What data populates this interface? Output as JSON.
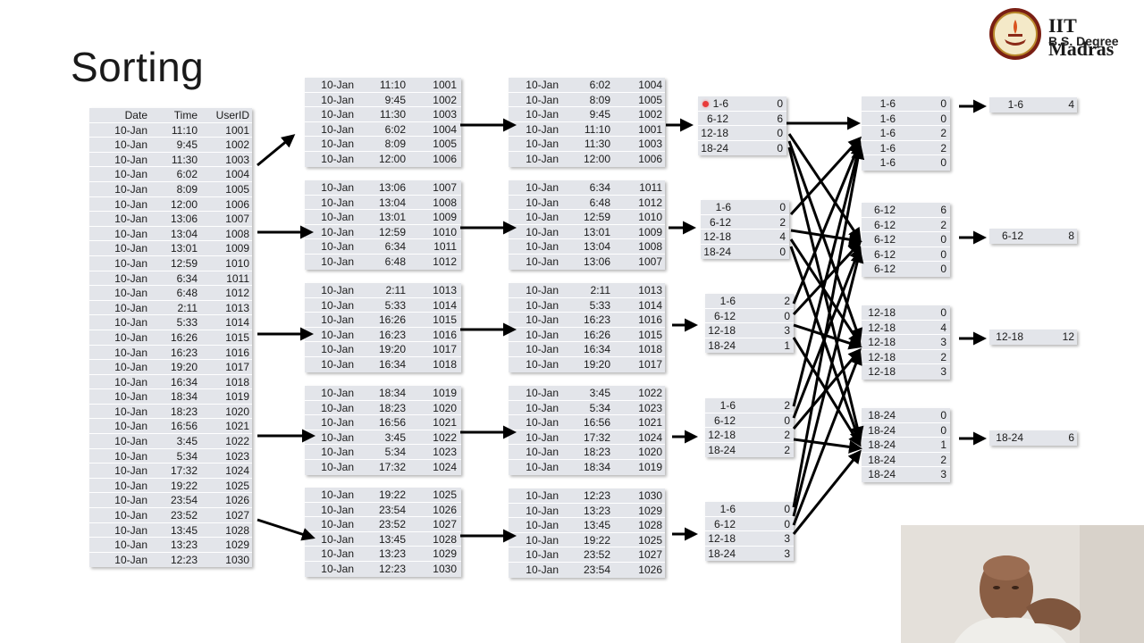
{
  "slide": {
    "title": "Sorting"
  },
  "branding": {
    "title": "IIT Madras",
    "subtitle": "B.S. Degree"
  },
  "input_table": {
    "headers": [
      "Date",
      "Time",
      "UserID"
    ],
    "rows": [
      [
        "10-Jan",
        "11:10",
        "1001"
      ],
      [
        "10-Jan",
        "9:45",
        "1002"
      ],
      [
        "10-Jan",
        "11:30",
        "1003"
      ],
      [
        "10-Jan",
        "6:02",
        "1004"
      ],
      [
        "10-Jan",
        "8:09",
        "1005"
      ],
      [
        "10-Jan",
        "12:00",
        "1006"
      ],
      [
        "10-Jan",
        "13:06",
        "1007"
      ],
      [
        "10-Jan",
        "13:04",
        "1008"
      ],
      [
        "10-Jan",
        "13:01",
        "1009"
      ],
      [
        "10-Jan",
        "12:59",
        "1010"
      ],
      [
        "10-Jan",
        "6:34",
        "1011"
      ],
      [
        "10-Jan",
        "6:48",
        "1012"
      ],
      [
        "10-Jan",
        "2:11",
        "1013"
      ],
      [
        "10-Jan",
        "5:33",
        "1014"
      ],
      [
        "10-Jan",
        "16:26",
        "1015"
      ],
      [
        "10-Jan",
        "16:23",
        "1016"
      ],
      [
        "10-Jan",
        "19:20",
        "1017"
      ],
      [
        "10-Jan",
        "16:34",
        "1018"
      ],
      [
        "10-Jan",
        "18:34",
        "1019"
      ],
      [
        "10-Jan",
        "18:23",
        "1020"
      ],
      [
        "10-Jan",
        "16:56",
        "1021"
      ],
      [
        "10-Jan",
        "3:45",
        "1022"
      ],
      [
        "10-Jan",
        "5:34",
        "1023"
      ],
      [
        "10-Jan",
        "17:32",
        "1024"
      ],
      [
        "10-Jan",
        "19:22",
        "1025"
      ],
      [
        "10-Jan",
        "23:54",
        "1026"
      ],
      [
        "10-Jan",
        "23:52",
        "1027"
      ],
      [
        "10-Jan",
        "13:45",
        "1028"
      ],
      [
        "10-Jan",
        "13:23",
        "1029"
      ],
      [
        "10-Jan",
        "12:23",
        "1030"
      ]
    ]
  },
  "split_tables": [
    [
      [
        "10-Jan",
        "11:10",
        "1001"
      ],
      [
        "10-Jan",
        "9:45",
        "1002"
      ],
      [
        "10-Jan",
        "11:30",
        "1003"
      ],
      [
        "10-Jan",
        "6:02",
        "1004"
      ],
      [
        "10-Jan",
        "8:09",
        "1005"
      ],
      [
        "10-Jan",
        "12:00",
        "1006"
      ]
    ],
    [
      [
        "10-Jan",
        "13:06",
        "1007"
      ],
      [
        "10-Jan",
        "13:04",
        "1008"
      ],
      [
        "10-Jan",
        "13:01",
        "1009"
      ],
      [
        "10-Jan",
        "12:59",
        "1010"
      ],
      [
        "10-Jan",
        "6:34",
        "1011"
      ],
      [
        "10-Jan",
        "6:48",
        "1012"
      ]
    ],
    [
      [
        "10-Jan",
        "2:11",
        "1013"
      ],
      [
        "10-Jan",
        "5:33",
        "1014"
      ],
      [
        "10-Jan",
        "16:26",
        "1015"
      ],
      [
        "10-Jan",
        "16:23",
        "1016"
      ],
      [
        "10-Jan",
        "19:20",
        "1017"
      ],
      [
        "10-Jan",
        "16:34",
        "1018"
      ]
    ],
    [
      [
        "10-Jan",
        "18:34",
        "1019"
      ],
      [
        "10-Jan",
        "18:23",
        "1020"
      ],
      [
        "10-Jan",
        "16:56",
        "1021"
      ],
      [
        "10-Jan",
        "3:45",
        "1022"
      ],
      [
        "10-Jan",
        "5:34",
        "1023"
      ],
      [
        "10-Jan",
        "17:32",
        "1024"
      ]
    ],
    [
      [
        "10-Jan",
        "19:22",
        "1025"
      ],
      [
        "10-Jan",
        "23:54",
        "1026"
      ],
      [
        "10-Jan",
        "23:52",
        "1027"
      ],
      [
        "10-Jan",
        "13:45",
        "1028"
      ],
      [
        "10-Jan",
        "13:23",
        "1029"
      ],
      [
        "10-Jan",
        "12:23",
        "1030"
      ]
    ]
  ],
  "sorted_tables": [
    [
      [
        "10-Jan",
        "6:02",
        "1004"
      ],
      [
        "10-Jan",
        "8:09",
        "1005"
      ],
      [
        "10-Jan",
        "9:45",
        "1002"
      ],
      [
        "10-Jan",
        "11:10",
        "1001"
      ],
      [
        "10-Jan",
        "11:30",
        "1003"
      ],
      [
        "10-Jan",
        "12:00",
        "1006"
      ]
    ],
    [
      [
        "10-Jan",
        "6:34",
        "1011"
      ],
      [
        "10-Jan",
        "6:48",
        "1012"
      ],
      [
        "10-Jan",
        "12:59",
        "1010"
      ],
      [
        "10-Jan",
        "13:01",
        "1009"
      ],
      [
        "10-Jan",
        "13:04",
        "1008"
      ],
      [
        "10-Jan",
        "13:06",
        "1007"
      ]
    ],
    [
      [
        "10-Jan",
        "2:11",
        "1013"
      ],
      [
        "10-Jan",
        "5:33",
        "1014"
      ],
      [
        "10-Jan",
        "16:23",
        "1016"
      ],
      [
        "10-Jan",
        "16:26",
        "1015"
      ],
      [
        "10-Jan",
        "16:34",
        "1018"
      ],
      [
        "10-Jan",
        "19:20",
        "1017"
      ]
    ],
    [
      [
        "10-Jan",
        "3:45",
        "1022"
      ],
      [
        "10-Jan",
        "5:34",
        "1023"
      ],
      [
        "10-Jan",
        "16:56",
        "1021"
      ],
      [
        "10-Jan",
        "17:32",
        "1024"
      ],
      [
        "10-Jan",
        "18:23",
        "1020"
      ],
      [
        "10-Jan",
        "18:34",
        "1019"
      ]
    ],
    [
      [
        "10-Jan",
        "12:23",
        "1030"
      ],
      [
        "10-Jan",
        "13:23",
        "1029"
      ],
      [
        "10-Jan",
        "13:45",
        "1028"
      ],
      [
        "10-Jan",
        "19:22",
        "1025"
      ],
      [
        "10-Jan",
        "23:52",
        "1027"
      ],
      [
        "10-Jan",
        "23:54",
        "1026"
      ]
    ]
  ],
  "count_tables": [
    [
      [
        "1-6",
        "0"
      ],
      [
        "6-12",
        "6"
      ],
      [
        "12-18",
        "0"
      ],
      [
        "18-24",
        "0"
      ]
    ],
    [
      [
        "1-6",
        "0"
      ],
      [
        "6-12",
        "2"
      ],
      [
        "12-18",
        "4"
      ],
      [
        "18-24",
        "0"
      ]
    ],
    [
      [
        "1-6",
        "2"
      ],
      [
        "6-12",
        "0"
      ],
      [
        "12-18",
        "3"
      ],
      [
        "18-24",
        "1"
      ]
    ],
    [
      [
        "1-6",
        "2"
      ],
      [
        "6-12",
        "0"
      ],
      [
        "12-18",
        "2"
      ],
      [
        "18-24",
        "2"
      ]
    ],
    [
      [
        "1-6",
        "0"
      ],
      [
        "6-12",
        "0"
      ],
      [
        "12-18",
        "3"
      ],
      [
        "18-24",
        "3"
      ]
    ]
  ],
  "grouped_tables": [
    [
      [
        "1-6",
        "0"
      ],
      [
        "1-6",
        "0"
      ],
      [
        "1-6",
        "2"
      ],
      [
        "1-6",
        "2"
      ],
      [
        "1-6",
        "0"
      ]
    ],
    [
      [
        "6-12",
        "6"
      ],
      [
        "6-12",
        "2"
      ],
      [
        "6-12",
        "0"
      ],
      [
        "6-12",
        "0"
      ],
      [
        "6-12",
        "0"
      ]
    ],
    [
      [
        "12-18",
        "0"
      ],
      [
        "12-18",
        "4"
      ],
      [
        "12-18",
        "3"
      ],
      [
        "12-18",
        "2"
      ],
      [
        "12-18",
        "3"
      ]
    ],
    [
      [
        "18-24",
        "0"
      ],
      [
        "18-24",
        "0"
      ],
      [
        "18-24",
        "1"
      ],
      [
        "18-24",
        "2"
      ],
      [
        "18-24",
        "3"
      ]
    ]
  ],
  "total_tables": [
    [
      [
        "1-6",
        "4"
      ]
    ],
    [
      [
        "6-12",
        "8"
      ]
    ],
    [
      [
        "12-18",
        "12"
      ]
    ],
    [
      [
        "18-24",
        "6"
      ]
    ]
  ],
  "colors": {
    "table_bg": "#e3e5ea",
    "arrow": "#000000",
    "pointer": "#e83a3a"
  }
}
